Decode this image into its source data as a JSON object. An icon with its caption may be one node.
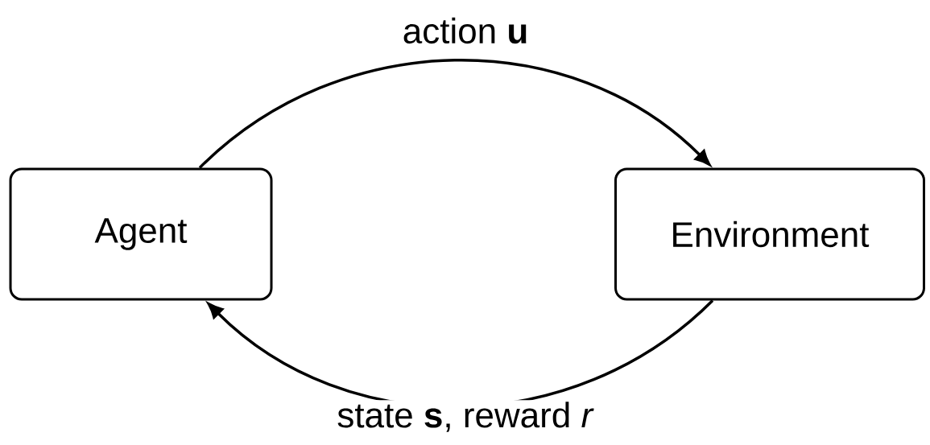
{
  "diagram": {
    "nodes": [
      {
        "text": [
          "Agent"
        ]
      },
      {
        "text": [
          "Environment"
        ]
      }
    ],
    "edges": [
      {
        "from": 0,
        "to": 1,
        "arrow": "to",
        "label": "action **u**"
      },
      {
        "from": 1,
        "to": 0,
        "arrow": "to",
        "label": "state **s**, reward *r*"
      }
    ]
  }
}
